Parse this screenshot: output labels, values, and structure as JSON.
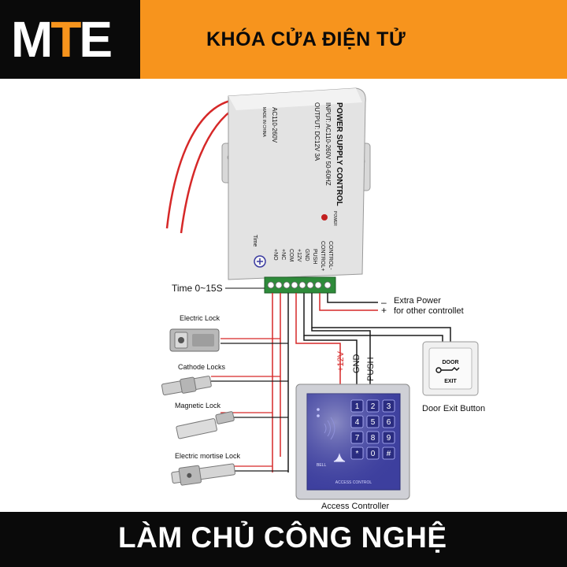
{
  "header": {
    "logo_main": "M",
    "logo_accent": "T",
    "logo_end": "E",
    "title": "KHÓA CỬA ĐIỆN TỬ"
  },
  "footer": {
    "slogan": "LÀM CHỦ CÔNG NGHỆ"
  },
  "psu": {
    "title": "POWER SUPPLY CONTROL",
    "input": "INPUT: AC110-260V 50-60HZ",
    "output": "OUTPUT: DC12V  3A",
    "ac_label": "AC110-260V",
    "made_in": "MADE IN CHINA",
    "power_led": "POWER",
    "time_knob": "Time",
    "terminals": [
      "CONTROL-",
      "CONTROL+",
      "PUSH",
      "GND",
      "+12V",
      "COM",
      "+NC",
      "+NO"
    ]
  },
  "labels": {
    "time_range": "Time 0~15S",
    "extra_power": "Extra Power",
    "other_controller": "for other controllet",
    "minus": "–",
    "plus": "+",
    "wire_12v": "+12V",
    "wire_gnd": "GND",
    "wire_push": "PUSH",
    "door_exit_button": "Door Exit Button",
    "exit_button_top": "DOOR",
    "exit_button_bottom": "EXIT",
    "access_controller": "Access Controller",
    "keypad_brand": "ACCESS CONTROL",
    "bell": "BELL"
  },
  "locks": [
    "Electric Lock",
    "Cathode Locks",
    "Magnetic Lock",
    "Electric mortise Lock"
  ],
  "keypad_keys": [
    "1",
    "2",
    "3",
    "4",
    "5",
    "6",
    "7",
    "8",
    "9",
    "*",
    "0",
    "#"
  ],
  "colors": {
    "brand_orange": "#f7941d",
    "wire_red": "#d62828",
    "wire_black": "#1a1a1a",
    "terminal_green": "#2e8b3a",
    "keypad_blue": "#3d3f9e"
  }
}
